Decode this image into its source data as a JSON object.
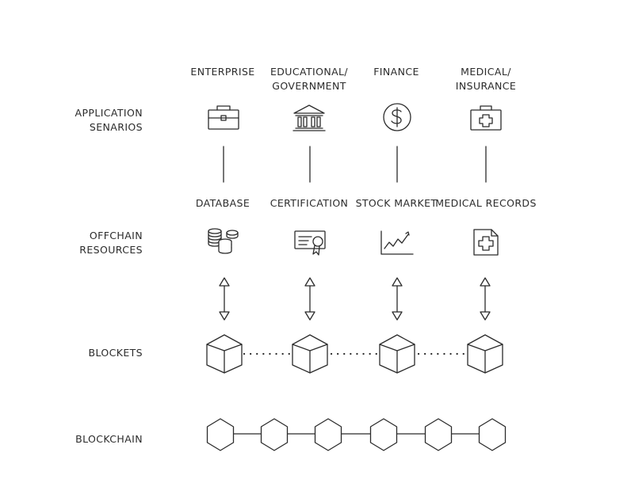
{
  "rows": {
    "application": [
      "APPLICATION",
      "SENARIOS"
    ],
    "offchain": [
      "OFFCHAIN",
      "RESOURCES"
    ],
    "blockets": "BLOCKETS",
    "blockchain": "BLOCKCHAIN"
  },
  "columns": [
    {
      "scenario": [
        "ENTERPRISE"
      ],
      "scenario_icon": "briefcase-icon",
      "resource": "DATABASE",
      "resource_icon": "database-coins-icon"
    },
    {
      "scenario": [
        "EDUCATIONAL/",
        "GOVERNMENT"
      ],
      "scenario_icon": "bank-building-icon",
      "resource": "CERTIFICATION",
      "resource_icon": "certificate-icon"
    },
    {
      "scenario": [
        "FINANCE"
      ],
      "scenario_icon": "dollar-coin-icon",
      "resource": "STOCK MARKET",
      "resource_icon": "stock-chart-icon"
    },
    {
      "scenario": [
        "MEDICAL/",
        "INSURANCE"
      ],
      "scenario_icon": "medical-kit-icon",
      "resource": "MEDICAL RECORDS",
      "resource_icon": "medical-record-icon"
    }
  ],
  "blocket_icon": "cube-icon",
  "blockchain_node_icon": "hexagon-icon",
  "colors": {
    "stroke": "#2b2b2b",
    "background": "#ffffff"
  }
}
